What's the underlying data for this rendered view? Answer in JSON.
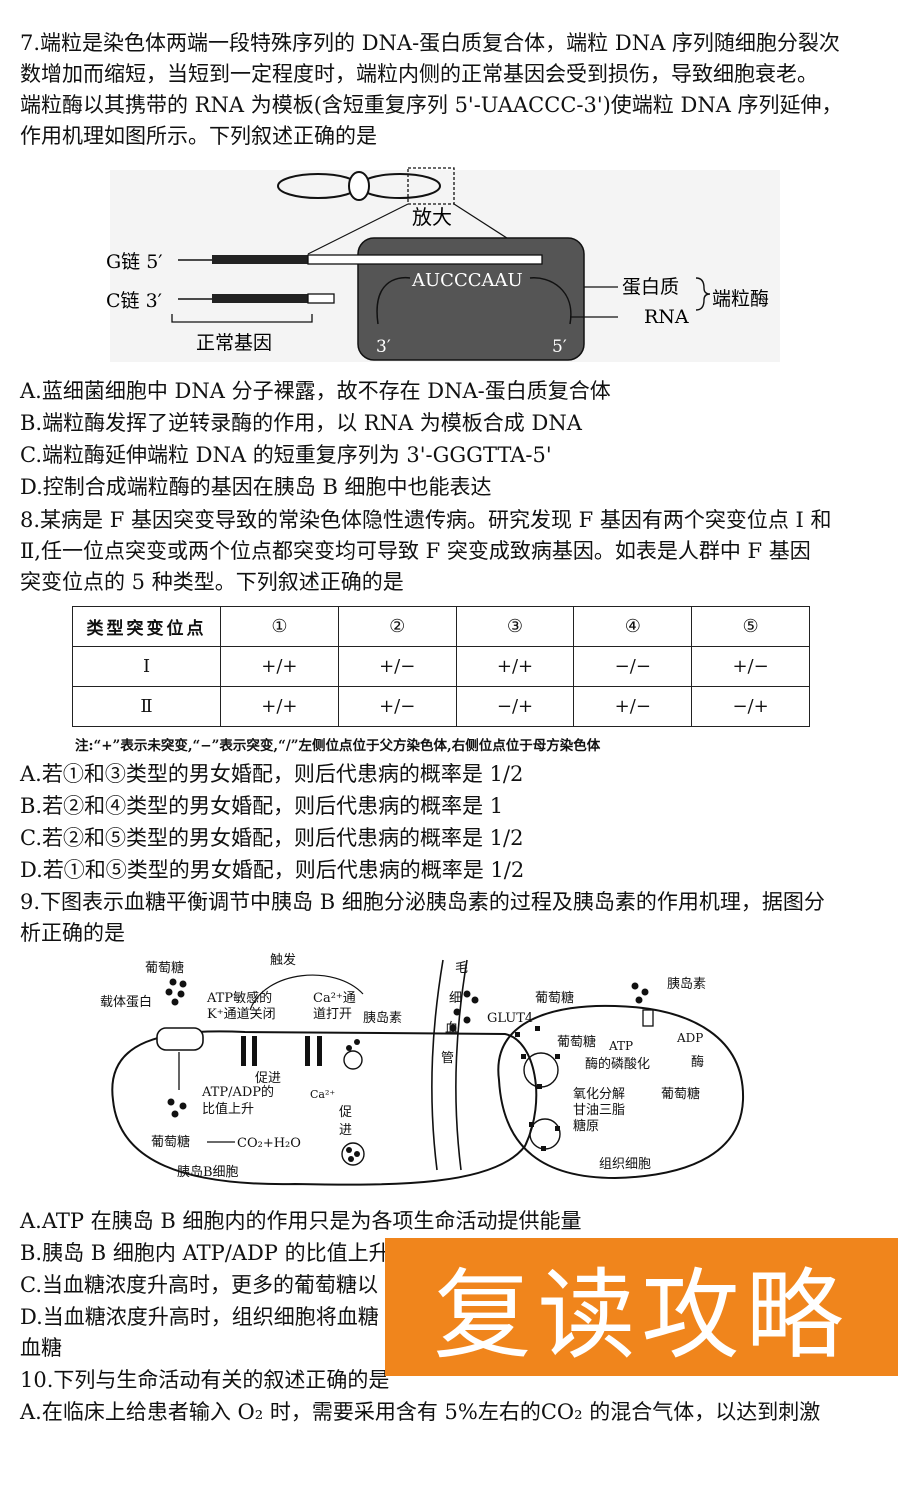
{
  "q7": {
    "stem": [
      "7.端粒是染色体两端一段特殊序列的 DNA-蛋白质复合体，端粒 DNA 序列随细胞分裂次",
      "数增加而缩短，当短到一定程度时，端粒内侧的正常基因会受到损伤，导致细胞衰老。",
      "端粒酶以其携带的 RNA 为模板(含短重复序列 5'-UAACCC-3')使端粒 DNA 序列延伸，",
      "作用机理如图所示。下列叙述正确的是"
    ],
    "figure": {
      "zoom": "放大",
      "g_chain": "G链 5′",
      "c_chain": "C链 3′",
      "normal_gene": "正常基因",
      "rna_seq": "AUCCCAAU",
      "end3": "3′",
      "end5": "5′",
      "protein": "蛋白质",
      "rna": "RNA",
      "telomerase": "端粒酶"
    },
    "options": [
      "A.蓝细菌细胞中 DNA 分子裸露，故不存在 DNA-蛋白质复合体",
      "B.端粒酶发挥了逆转录酶的作用，以 RNA 为模板合成 DNA",
      "C.端粒酶延伸端粒 DNA 的短重复序列为 3'-GGGTTA-5'",
      "D.控制合成端粒酶的基因在胰岛 B 细胞中也能表达"
    ]
  },
  "q8": {
    "stem": [
      "8.某病是 F 基因突变导致的常染色体隐性遗传病。研究发现 F 基因有两个突变位点 I 和",
      "Ⅱ,任一位点突变或两个位点都突变均可导致 F 突变成致病基因。如表是人群中 F 基因",
      "突变位点的 5 种类型。下列叙述正确的是"
    ],
    "table": {
      "header": [
        "类型突变位点",
        "①",
        "②",
        "③",
        "④",
        "⑤"
      ],
      "rows": [
        [
          "Ⅰ",
          "+/+",
          "+/−",
          "+/+",
          "−/−",
          "+/−"
        ],
        [
          "Ⅱ",
          "+/+",
          "+/−",
          "−/+",
          "+/−",
          "−/+"
        ]
      ],
      "note": "注:“+”表示未突变,“−”表示突变,“/”左侧位点位于父方染色体,右侧位点位于母方染色体"
    },
    "options": [
      "A.若①和③类型的男女婚配，则后代患病的概率是 1/2",
      "B.若②和④类型的男女婚配，则后代患病的概率是 1",
      "C.若②和⑤类型的男女婚配，则后代患病的概率是 1/2",
      "D.若①和⑤类型的男女婚配，则后代患病的概率是 1/2"
    ]
  },
  "q9": {
    "stem": [
      "9.下图表示血糖平衡调节中胰岛 B 细胞分泌胰岛素的过程及胰岛素的作用机理，据图分",
      "析正确的是"
    ],
    "figure": {
      "glucose": "葡萄糖",
      "carrier": "载体蛋白",
      "trigger": "触发",
      "katp1": "ATP敏感的",
      "katp2": "K⁺通道关闭",
      "ca1": "Ca²⁺通",
      "ca2": "道打开",
      "insulin": "胰岛素",
      "promote": "促进",
      "ratio1": "ATP/ADP的",
      "ratio2": "比值上升",
      "ca": "Ca²⁺",
      "promote2a": "促",
      "promote2b": "进",
      "co2": "CO₂+H₂O",
      "bcell": "胰岛B细胞",
      "capillary": [
        "毛",
        "细",
        "血",
        "管"
      ],
      "glut4": "GLUT4",
      "atp": "ATP",
      "adp": "ADP",
      "phos": "酶的磷酸化",
      "enzyme": "酶",
      "oxid1": "氧化分解",
      "oxid2": "甘油三脂",
      "oxid3": "糖原",
      "tissue": "组织细胞"
    },
    "options": [
      "A.ATP 在胰岛 B 细胞内的作用只是为各项生命活动提供能量",
      "B.胰岛 B 细胞内 ATP/ADP 的比值上升",
      "C.当血糖浓度升高时，更多的葡萄糖以",
      "D.当血糖浓度升高时，组织细胞将血糖",
      "血糖"
    ]
  },
  "q10": {
    "stem": "10.下列与生命活动有关的叙述正确的是",
    "optionA": "A.在临床上给患者输入 O₂ 时，需要采用含有 5%左右的CO₂ 的混合气体，以达到刺激"
  },
  "watermark": "复读攻略",
  "colors": {
    "banner": "#f0851c",
    "enzyme_box": "#555555"
  }
}
